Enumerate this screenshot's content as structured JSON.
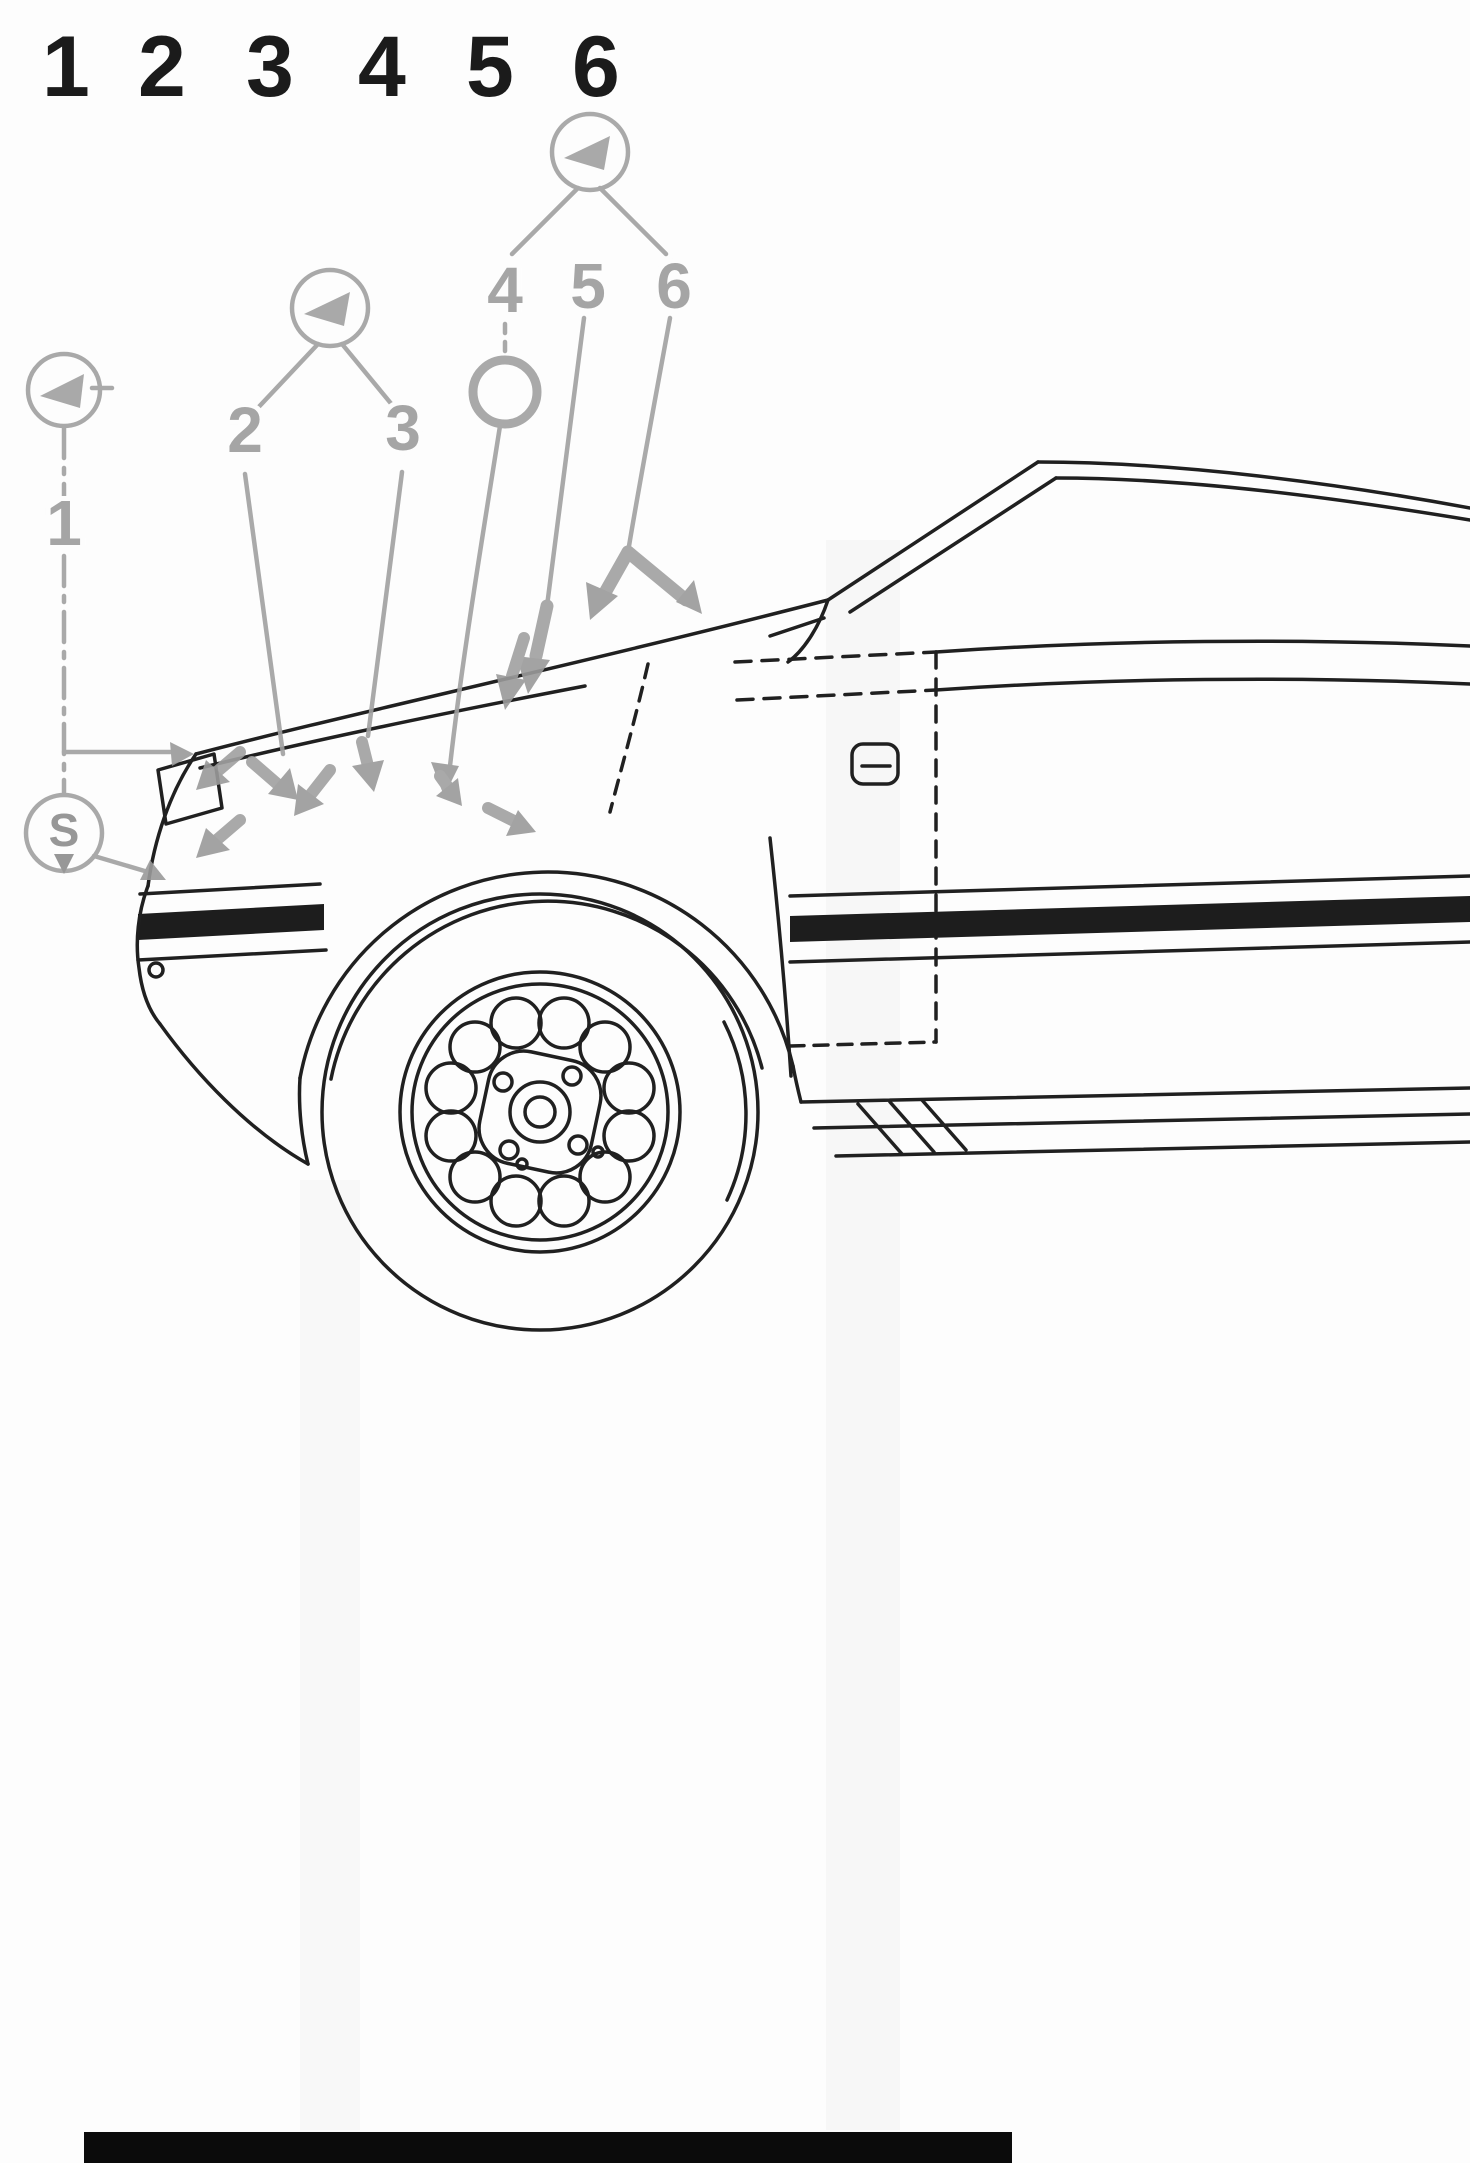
{
  "legend": {
    "items": [
      "1",
      "2",
      "3",
      "4",
      "5",
      "6"
    ]
  },
  "callouts": {
    "top": {
      "labels": [
        "4",
        "5",
        "6"
      ]
    },
    "mid": {
      "labels": [
        "2",
        "3"
      ]
    },
    "left": {
      "number": "1",
      "badge": "S"
    }
  },
  "icons": {
    "marker_icon": "paint-marker-triangle-icon",
    "ring_icon": "ring-marker-icon",
    "s_badge_icon": "s-drop-marker-icon"
  },
  "colors": {
    "ink": "#1e1e1e",
    "annotation_gray": "#a1a1a1",
    "label_gray": "#9c9c9c",
    "dark_band": "#111111",
    "background": "#fdfdfd"
  }
}
